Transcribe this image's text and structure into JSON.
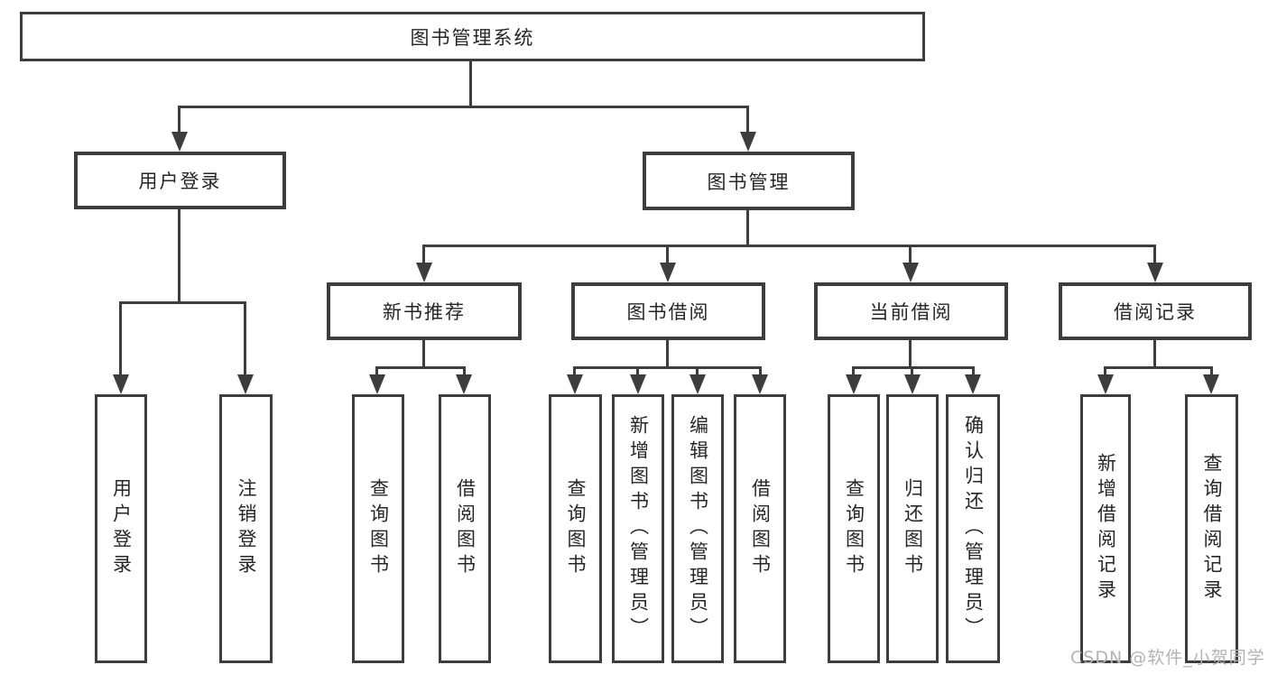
{
  "colors": {
    "line": "#3d3d3d",
    "box_border": "#3d3d3d",
    "text": "#262626",
    "background": "#ffffff",
    "watermark": "#b3b3b3"
  },
  "diagram": {
    "root": {
      "label": "图书管理系统"
    },
    "level2": [
      {
        "label": "用户登录"
      },
      {
        "label": "图书管理"
      }
    ],
    "level3": [
      {
        "label": "新书推荐"
      },
      {
        "label": "图书借阅"
      },
      {
        "label": "当前借阅"
      },
      {
        "label": "借阅记录"
      }
    ],
    "leaf_groups": [
      {
        "items": [
          "用户登录",
          "注销登录"
        ]
      },
      {
        "items": [
          "查询图书",
          "借阅图书"
        ]
      },
      {
        "items": [
          "查询图书",
          "新增图书（管理员）",
          "编辑图书（管理员）",
          "借阅图书"
        ]
      },
      {
        "items": [
          "查询图书",
          "归还图书",
          "确认归还（管理员）"
        ]
      },
      {
        "items": [
          "新增借阅记录",
          "查询借阅记录"
        ]
      }
    ]
  },
  "watermark": {
    "text": "CSDN @软件_小贺同学"
  }
}
